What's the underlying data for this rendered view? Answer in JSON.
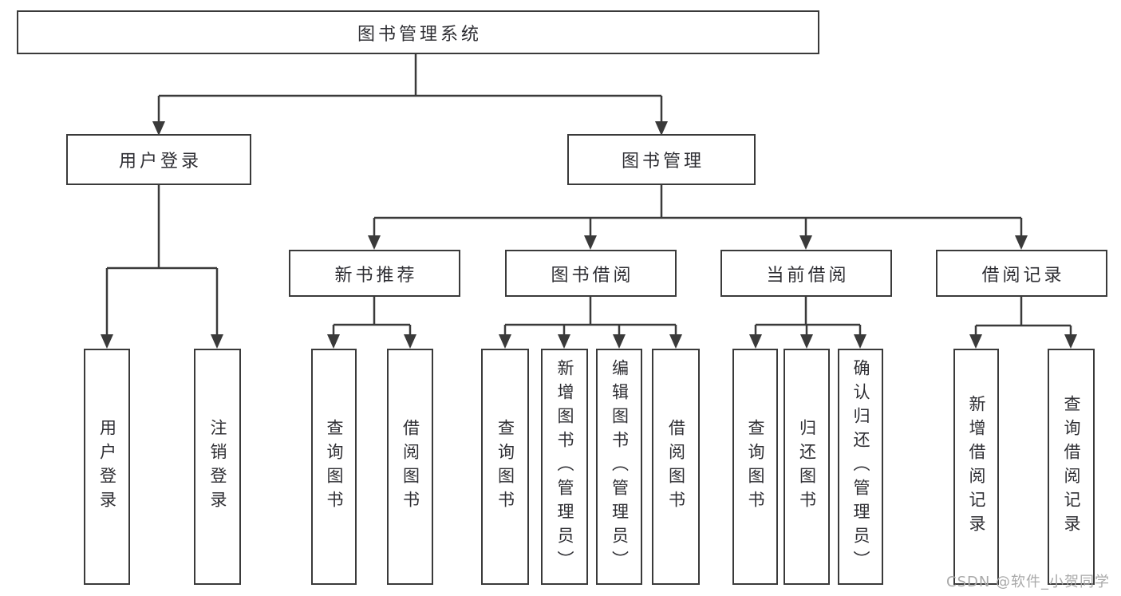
{
  "tree": {
    "root": {
      "label": "图书管理系统",
      "children": [
        {
          "label": "用户登录",
          "children": [
            {
              "label": "用户登录"
            },
            {
              "label": "注销登录"
            }
          ]
        },
        {
          "label": "图书管理",
          "children": [
            {
              "label": "新书推荐",
              "children": [
                {
                  "label": "查询图书"
                },
                {
                  "label": "借阅图书"
                }
              ]
            },
            {
              "label": "图书借阅",
              "children": [
                {
                  "label": "查询图书"
                },
                {
                  "label": "新增图书（管理员）"
                },
                {
                  "label": "编辑图书（管理员）"
                },
                {
                  "label": "借阅图书"
                }
              ]
            },
            {
              "label": "当前借阅",
              "children": [
                {
                  "label": "查询图书"
                },
                {
                  "label": "归还图书"
                },
                {
                  "label": "确认归还（管理员）"
                }
              ]
            },
            {
              "label": "借阅记录",
              "children": [
                {
                  "label": "新增借阅记录"
                },
                {
                  "label": "查询借阅记录"
                }
              ]
            }
          ]
        }
      ]
    }
  },
  "watermark": {
    "text": "CSDN @软件_小贺同学"
  },
  "colors": {
    "line": "#3a3a3a",
    "text": "#2e2e33",
    "watermark": "#a9a9a9",
    "background": "#ffffff"
  }
}
